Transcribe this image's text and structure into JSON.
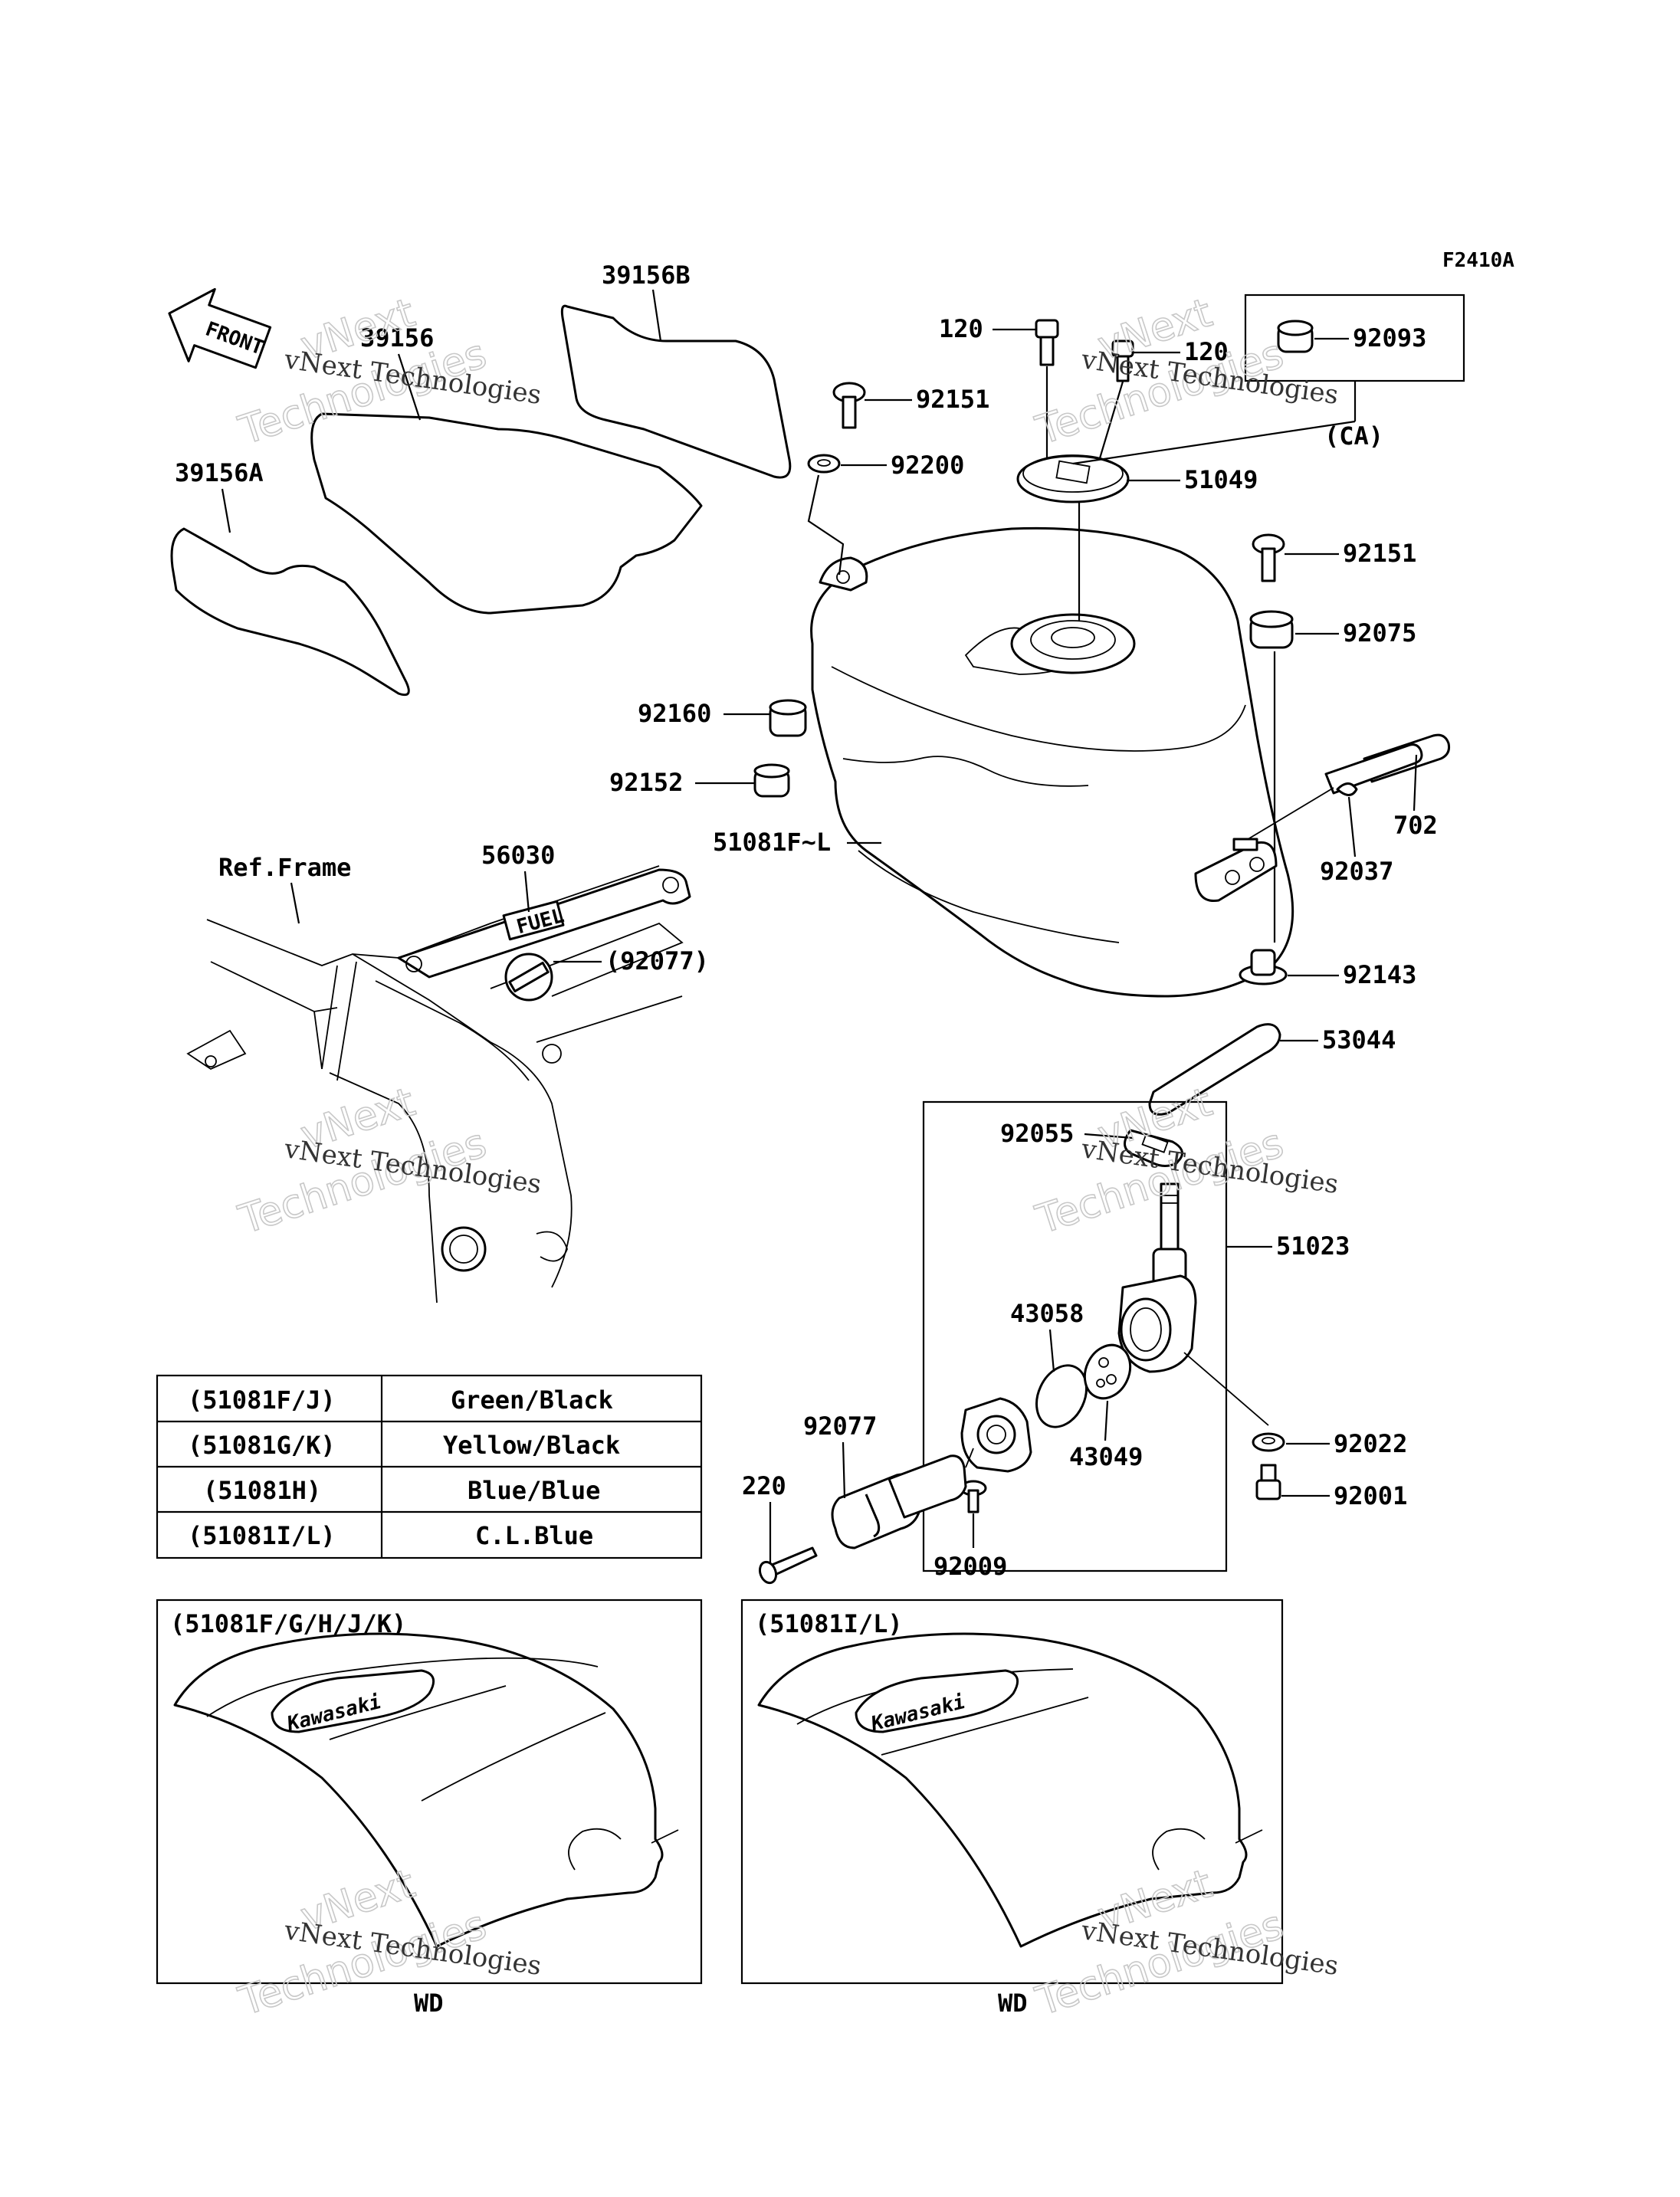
{
  "figure_code": "F2410A",
  "front_label": "FRONT",
  "ref_frame_label": "Ref.Frame",
  "ca_label": "(CA)",
  "watermark": {
    "line1": "vNext Technologies",
    "big1": "vNext",
    "big2": "Technologies"
  },
  "parts": [
    {
      "id": "p-39156B",
      "label": "39156B"
    },
    {
      "id": "p-39156",
      "label": "39156"
    },
    {
      "id": "p-39156A",
      "label": "39156A"
    },
    {
      "id": "p-120a",
      "label": "120"
    },
    {
      "id": "p-120b",
      "label": "120"
    },
    {
      "id": "p-92093",
      "label": "92093"
    },
    {
      "id": "p-92151a",
      "label": "92151"
    },
    {
      "id": "p-92200",
      "label": "92200"
    },
    {
      "id": "p-51049",
      "label": "51049"
    },
    {
      "id": "p-92151b",
      "label": "92151"
    },
    {
      "id": "p-92075",
      "label": "92075"
    },
    {
      "id": "p-92160",
      "label": "92160"
    },
    {
      "id": "p-92152",
      "label": "92152"
    },
    {
      "id": "p-51081",
      "label": "51081F~L"
    },
    {
      "id": "p-702",
      "label": "702"
    },
    {
      "id": "p-92037",
      "label": "92037"
    },
    {
      "id": "p-56030",
      "label": "56030"
    },
    {
      "id": "p-92077a",
      "label": "(92077)"
    },
    {
      "id": "p-92143",
      "label": "92143"
    },
    {
      "id": "p-53044",
      "label": "53044"
    },
    {
      "id": "p-92055",
      "label": "92055"
    },
    {
      "id": "p-51023",
      "label": "51023"
    },
    {
      "id": "p-43058",
      "label": "43058"
    },
    {
      "id": "p-43049",
      "label": "43049"
    },
    {
      "id": "p-92077b",
      "label": "92077"
    },
    {
      "id": "p-220",
      "label": "220"
    },
    {
      "id": "p-92009",
      "label": "92009"
    },
    {
      "id": "p-92022",
      "label": "92022"
    },
    {
      "id": "p-92001",
      "label": "92001"
    }
  ],
  "color_table": [
    {
      "code": "(51081F/J)",
      "color": "Green/Black"
    },
    {
      "code": "(51081G/K)",
      "color": "Yellow/Black"
    },
    {
      "code": "(51081H)",
      "color": "Blue/Blue"
    },
    {
      "code": "(51081I/L)",
      "color": "C.L.Blue"
    }
  ],
  "variant_left": {
    "title": "(51081F/G/H/J/K)",
    "caption": "WD",
    "brand": "Kawasaki"
  },
  "variant_right": {
    "title": "(51081I/L)",
    "caption": "WD",
    "brand": "Kawasaki"
  },
  "decal_text": "FUEL"
}
